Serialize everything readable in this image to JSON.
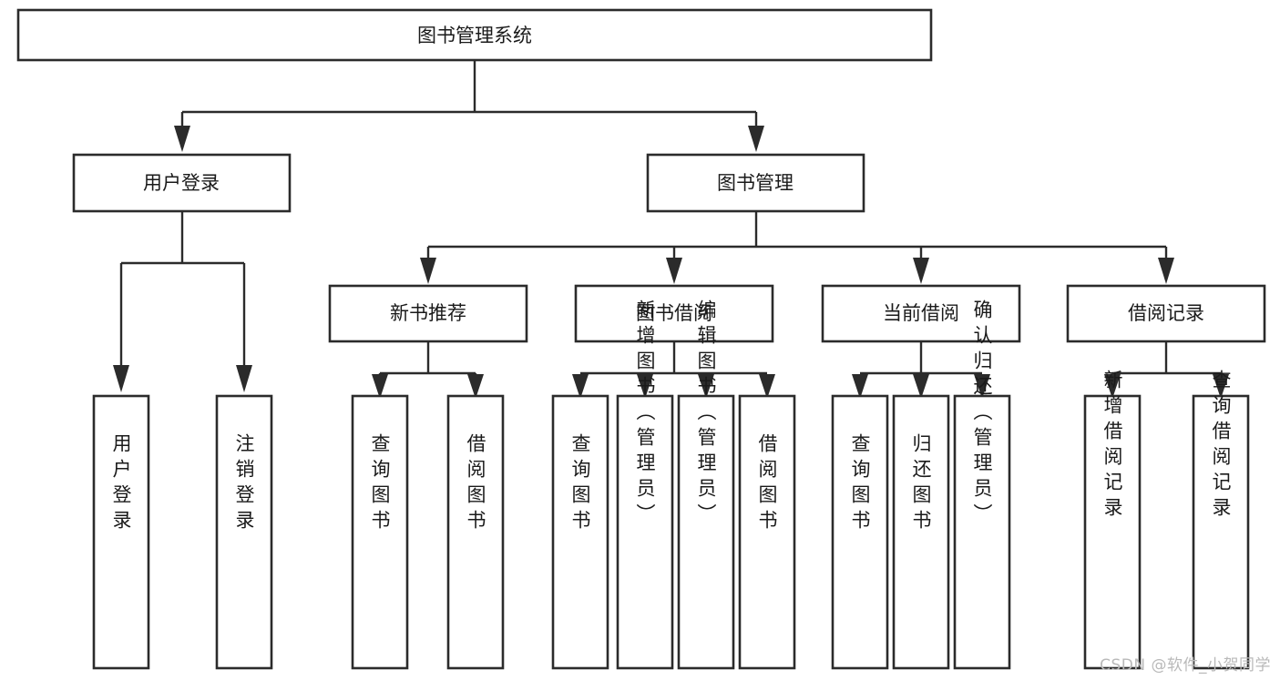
{
  "diagram": {
    "type": "hierarchy-tree",
    "title": "图书管理系统",
    "watermark": "CSDN @软件_小贺同学",
    "levels": {
      "root": "图书管理系统",
      "level2": [
        "用户登录",
        "图书管理"
      ],
      "level3": [
        "新书推荐",
        "图书借阅",
        "当前借阅",
        "借阅记录"
      ]
    },
    "nodes": {
      "root": {
        "label": "图书管理系统"
      },
      "user_login": {
        "label": "用户登录"
      },
      "book_manage": {
        "label": "图书管理"
      },
      "new_book_rec": {
        "label": "新书推荐"
      },
      "book_borrow": {
        "label": "图书借阅"
      },
      "current_borrow": {
        "label": "当前借阅"
      },
      "borrow_record": {
        "label": "借阅记录"
      }
    },
    "leaves": {
      "user_login": [
        {
          "label": "用户登录"
        },
        {
          "label": "注销登录"
        }
      ],
      "new_book_rec": [
        {
          "label": "查询图书"
        },
        {
          "label": "借阅图书"
        }
      ],
      "book_borrow": [
        {
          "label": "查询图书"
        },
        {
          "label": "新增图书（管理员）"
        },
        {
          "label": "编辑图书（管理员）"
        },
        {
          "label": "借阅图书"
        }
      ],
      "current_borrow": [
        {
          "label": "查询图书"
        },
        {
          "label": "归还图书"
        },
        {
          "label": "确认归还（管理员）"
        }
      ],
      "borrow_record": [
        {
          "label": "新增借阅记录"
        },
        {
          "label": "查询借阅记录"
        }
      ]
    },
    "colors": {
      "stroke": "#2b2b2b",
      "fill": "#ffffff",
      "text": "#1a1a1a",
      "watermark": "#b9b9b9"
    }
  }
}
